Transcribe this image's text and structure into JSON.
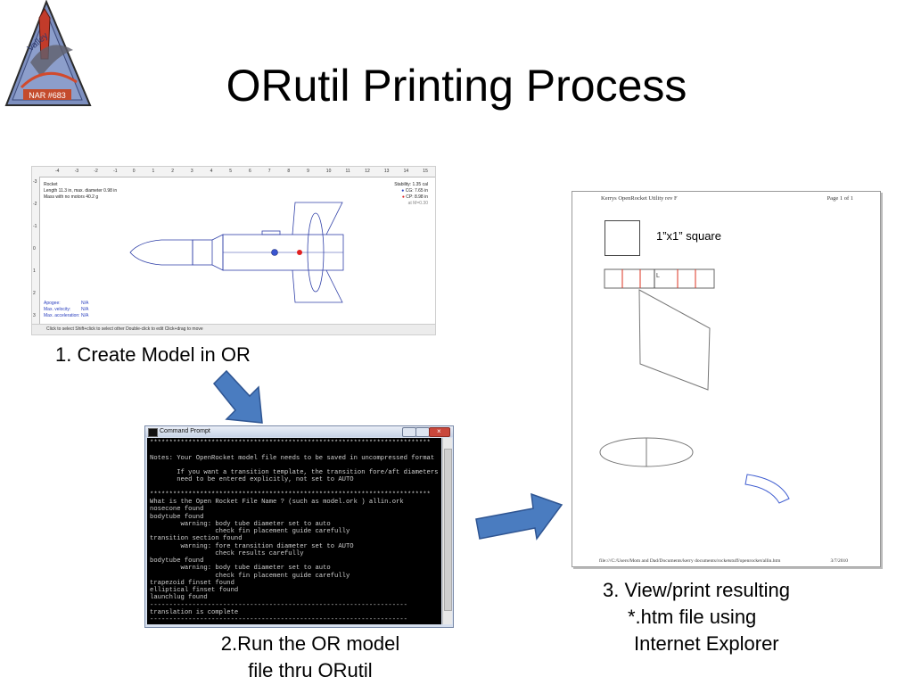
{
  "slide": {
    "title": "ORutil Printing Process",
    "logo": {
      "text": "NAR #683",
      "arc_text": "Valley"
    },
    "step1": "1. Create Model in OR",
    "step2_line1": "2.Run the OR model",
    "step2_line2": "file thru ORutil",
    "step3_line1": "3. View/print resulting",
    "step3_line2": "*.htm file using",
    "step3_line3": "Internet Explorer",
    "arrow_color": "#4a7cc0"
  },
  "openrocket": {
    "ruler_ticks": [
      "-4",
      "-3",
      "-2",
      "-1",
      "0",
      "1",
      "2",
      "3",
      "4",
      "5",
      "6",
      "7",
      "8",
      "9",
      "10",
      "11",
      "12",
      "13",
      "14",
      "15"
    ],
    "side_ticks": [
      "-3",
      "-2",
      "-1",
      "0",
      "1",
      "2",
      "3"
    ],
    "info_lines": [
      "Rocket",
      "Length 11.3 in, max. diameter 0.98 in",
      "Mass with no motors 40.2 g"
    ],
    "stability": "Stability: 1.35 cal",
    "cg": "CG: 7.65 in",
    "cp": "CP: 8.98 in",
    "mach": "at M=0.30",
    "apogee_label": "Apogee:",
    "apogee_value": "N/A",
    "velocity_label": "Max. velocity:",
    "velocity_value": "N/A",
    "accel_label": "Max. acceleration:",
    "accel_value": "N/A",
    "status_bar": "Click to select    Shift+click to select other    Double-click to edit    Click+drag to move"
  },
  "cmd": {
    "title": "Command Prompt",
    "lines": [
      "*************************************************************************",
      "",
      "Notes: Your OpenRocket model file needs to be saved in uncompressed format",
      "",
      "       If you want a transition template, the transition fore/aft diameters",
      "       need to be entered explicitly, not set to AUTO",
      "",
      "*************************************************************************",
      "What is the Open Rocket File Name ? (such as model.ork ) allin.ork",
      "nosecone found",
      "bodytube found",
      "        warning: body tube diameter set to auto",
      "                 check fin placement guide carefully",
      "transition section found",
      "        warning: fore transition diameter set to AUTO",
      "                 check results carefully",
      "bodytube found",
      "        warning: body tube diameter set to auto",
      "                 check fin placement guide carefully",
      "trapezoid finset found",
      "elliptical finset found",
      "launchlug found",
      "-------------------------------------------------------------------",
      "translation is complete",
      "-------------------------------------------------------------------"
    ]
  },
  "printout": {
    "header_left": "Kerrys OpenRocket Utility rev F",
    "header_right": "Page 1 of 1",
    "square_label": "1”x1” square",
    "guide_label": "L",
    "footer_left": "file:///C:/Users/Mom and Dad/Documents/kerry documents/rocketstuff/openrocket/allin.htm",
    "footer_right": "3/7/2010"
  }
}
